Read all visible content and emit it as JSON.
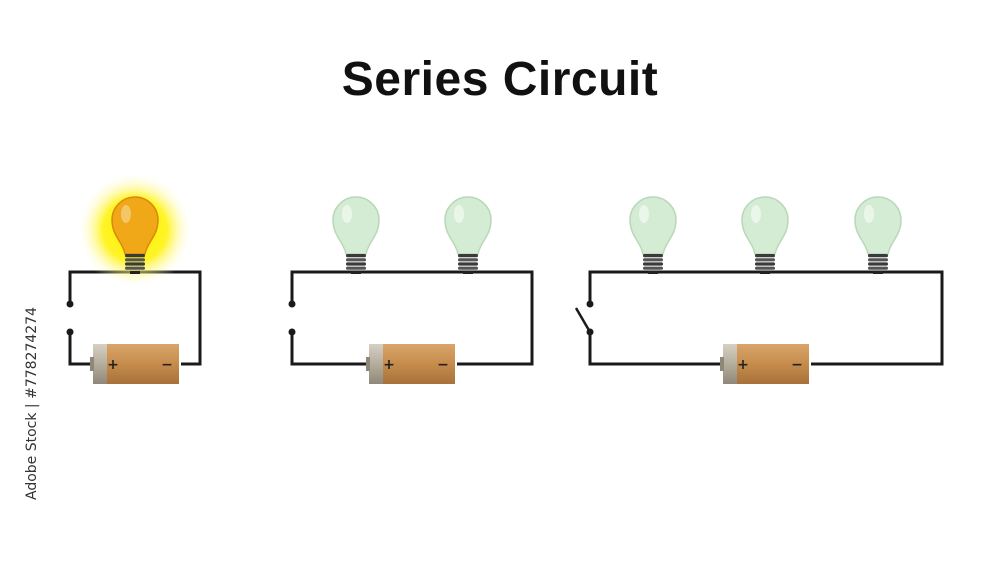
{
  "title": "Series Circuit",
  "side_credit": "Adobe Stock | #778274274",
  "colors": {
    "wire": "#1a1a1a",
    "bulb_lit": "#f0a818",
    "bulb_glow": "#ffee00",
    "bulb_off": "#d4ecd4",
    "bulb_off_stroke": "#b8d8b8",
    "battery_body": "#c9935a",
    "battery_cap": "#b8b0a0"
  },
  "battery": {
    "positive_label": "+",
    "negative_label": "−"
  },
  "circuits": [
    {
      "bulbs": 1,
      "lit": true,
      "switch": "closed"
    },
    {
      "bulbs": 2,
      "lit": false,
      "switch": "closed"
    },
    {
      "bulbs": 3,
      "lit": false,
      "switch": "open"
    }
  ]
}
